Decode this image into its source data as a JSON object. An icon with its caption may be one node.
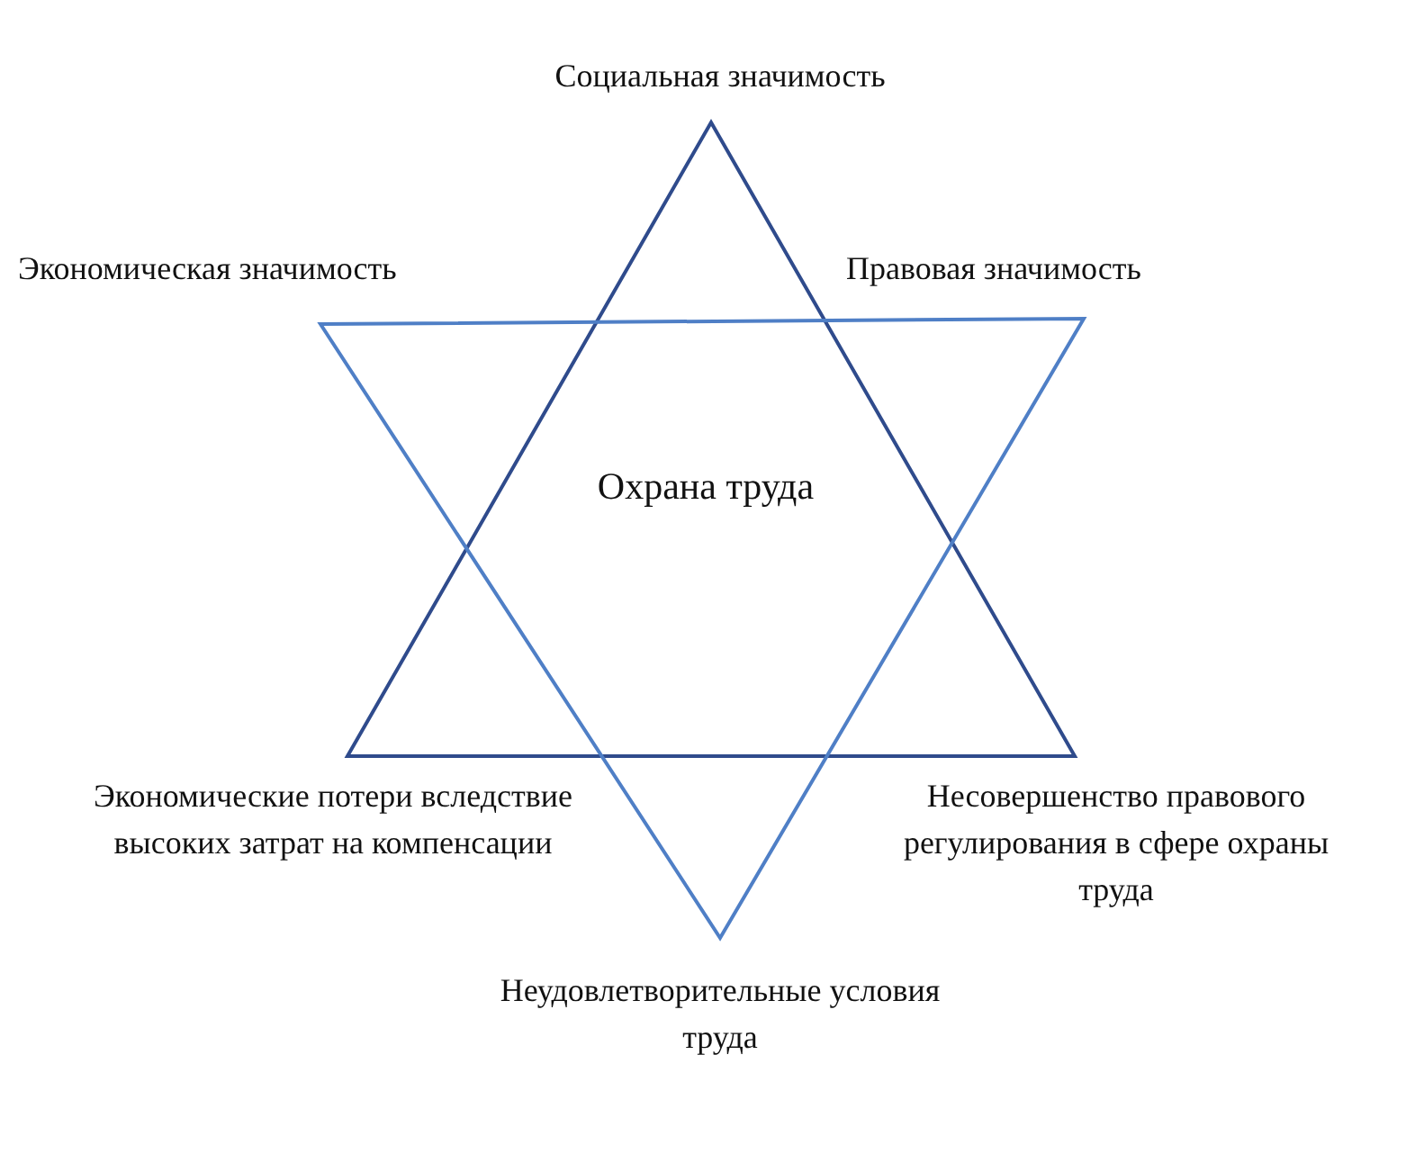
{
  "diagram": {
    "nodes": [
      {
        "text": [
          "Охрана труда"
        ]
      }
    ],
    "labels": [
      "Социальная значимость",
      "Экономическая значимость",
      "Правовая значимость",
      "Экономические потери вследствие высоких затрат на компенсации",
      "Несовершенство правового регулирования в сфере охраны труда",
      "Неудовлетворительные условия труда"
    ]
  }
}
